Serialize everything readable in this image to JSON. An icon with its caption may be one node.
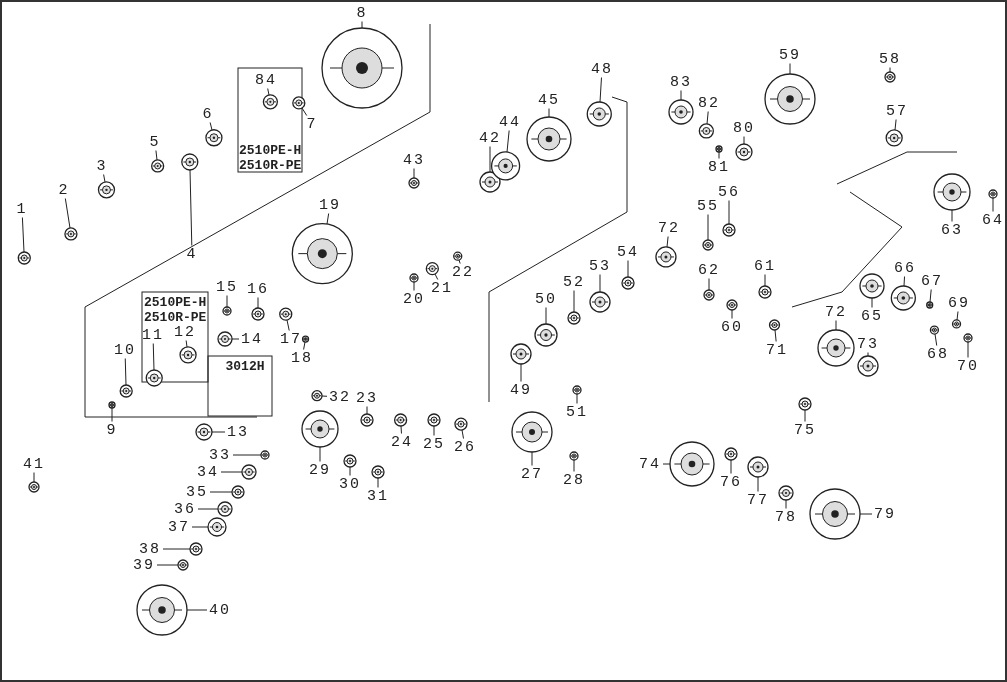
{
  "diagram": {
    "nodes": [
      {
        "text": [
          "1"
        ]
      },
      {
        "text": [
          "2"
        ]
      },
      {
        "text": [
          "3"
        ]
      },
      {
        "text": [
          "4"
        ]
      },
      {
        "text": [
          "5"
        ]
      },
      {
        "text": [
          "6"
        ]
      },
      {
        "text": [
          "7"
        ]
      },
      {
        "text": [
          "8"
        ]
      },
      {
        "text": [
          "84"
        ]
      },
      {
        "text": [
          "9"
        ]
      },
      {
        "text": [
          "10"
        ]
      },
      {
        "text": [
          "11"
        ]
      },
      {
        "text": [
          "12"
        ]
      },
      {
        "text": [
          "13"
        ]
      },
      {
        "text": [
          "14"
        ]
      },
      {
        "text": [
          "15"
        ]
      },
      {
        "text": [
          "16"
        ]
      },
      {
        "text": [
          "17"
        ]
      },
      {
        "text": [
          "18"
        ]
      },
      {
        "text": [
          "19"
        ]
      },
      {
        "text": [
          "20"
        ]
      },
      {
        "text": [
          "21"
        ]
      },
      {
        "text": [
          "22"
        ]
      },
      {
        "text": [
          "23"
        ]
      },
      {
        "text": [
          "24"
        ]
      },
      {
        "text": [
          "25"
        ]
      },
      {
        "text": [
          "26"
        ]
      },
      {
        "text": [
          "27"
        ]
      },
      {
        "text": [
          "28"
        ]
      },
      {
        "text": [
          "29"
        ]
      },
      {
        "text": [
          "30"
        ]
      },
      {
        "text": [
          "31"
        ]
      },
      {
        "text": [
          "32"
        ]
      },
      {
        "text": [
          "33"
        ]
      },
      {
        "text": [
          "34"
        ]
      },
      {
        "text": [
          "35"
        ]
      },
      {
        "text": [
          "36"
        ]
      },
      {
        "text": [
          "37"
        ]
      },
      {
        "text": [
          "38"
        ]
      },
      {
        "text": [
          "39"
        ]
      },
      {
        "text": [
          "40"
        ]
      },
      {
        "text": [
          "41"
        ]
      },
      {
        "text": [
          "42"
        ]
      },
      {
        "text": [
          "43"
        ]
      },
      {
        "text": [
          "44"
        ]
      },
      {
        "text": [
          "45"
        ]
      },
      {
        "text": [
          "48"
        ]
      },
      {
        "text": [
          "49"
        ]
      },
      {
        "text": [
          "50"
        ]
      },
      {
        "text": [
          "51"
        ]
      },
      {
        "text": [
          "52"
        ]
      },
      {
        "text": [
          "53"
        ]
      },
      {
        "text": [
          "54"
        ]
      },
      {
        "text": [
          "55"
        ]
      },
      {
        "text": [
          "56"
        ]
      },
      {
        "text": [
          "57"
        ]
      },
      {
        "text": [
          "58"
        ]
      },
      {
        "text": [
          "59"
        ]
      },
      {
        "text": [
          "60"
        ]
      },
      {
        "text": [
          "61"
        ]
      },
      {
        "text": [
          "62"
        ]
      },
      {
        "text": [
          "63"
        ]
      },
      {
        "text": [
          "64"
        ]
      },
      {
        "text": [
          "65"
        ]
      },
      {
        "text": [
          "66"
        ]
      },
      {
        "text": [
          "67"
        ]
      },
      {
        "text": [
          "68"
        ]
      },
      {
        "text": [
          "69"
        ]
      },
      {
        "text": [
          "70"
        ]
      },
      {
        "text": [
          "71"
        ]
      },
      {
        "text": [
          "72"
        ]
      },
      {
        "text": [
          "72"
        ]
      },
      {
        "text": [
          "73"
        ]
      },
      {
        "text": [
          "74"
        ]
      },
      {
        "text": [
          "75"
        ]
      },
      {
        "text": [
          "76"
        ]
      },
      {
        "text": [
          "77"
        ]
      },
      {
        "text": [
          "78"
        ]
      },
      {
        "text": [
          "79"
        ]
      },
      {
        "text": [
          "80"
        ]
      },
      {
        "text": [
          "81"
        ]
      },
      {
        "text": [
          "82"
        ]
      },
      {
        "text": [
          "83"
        ]
      },
      {
        "text": [],
        "shape": "picture"
      },
      {
        "text": [],
        "shape": "picture"
      },
      {
        "text": [],
        "shape": "picture"
      },
      {
        "text": [],
        "shape": "picture"
      },
      {
        "text": [],
        "shape": "picture"
      },
      {
        "text": [],
        "shape": "picture"
      },
      {
        "text": [],
        "shape": "picture"
      },
      {
        "text": [],
        "shape": "picture"
      },
      {
        "text": [],
        "shape": "picture"
      },
      {
        "text": [],
        "shape": "picture"
      },
      {
        "text": [],
        "shape": "picture"
      },
      {
        "text": [],
        "shape": "picture"
      },
      {
        "text": [],
        "shape": "picture"
      },
      {
        "text": [],
        "shape": "picture"
      },
      {
        "text": [],
        "shape": "picture"
      },
      {
        "text": [],
        "shape": "picture"
      },
      {
        "text": [],
        "shape": "picture"
      },
      {
        "text": [],
        "shape": "picture"
      },
      {
        "text": [],
        "shape": "picture"
      },
      {
        "text": [],
        "shape": "picture"
      },
      {
        "text": [],
        "shape": "picture"
      },
      {
        "text": [],
        "shape": "picture"
      },
      {
        "text": [],
        "shape": "picture"
      },
      {
        "text": [],
        "shape": "picture"
      },
      {
        "text": [],
        "shape": "picture"
      },
      {
        "text": [],
        "shape": "picture"
      },
      {
        "text": [],
        "shape": "picture"
      },
      {
        "text": [],
        "shape": "picture"
      },
      {
        "text": [],
        "shape": "picture"
      },
      {
        "text": [],
        "shape": "picture"
      },
      {
        "text": [],
        "shape": "picture"
      },
      {
        "text": [],
        "shape": "picture"
      },
      {
        "text": [],
        "shape": "picture"
      },
      {
        "text": [],
        "shape": "picture"
      },
      {
        "text": [],
        "shape": "picture"
      },
      {
        "text": [],
        "shape": "picture"
      },
      {
        "text": [],
        "shape": "picture"
      },
      {
        "text": [],
        "shape": "picture"
      },
      {
        "text": [],
        "shape": "picture"
      },
      {
        "text": [],
        "shape": "picture"
      },
      {
        "text": [],
        "shape": "picture"
      },
      {
        "text": [],
        "shape": "picture"
      },
      {
        "text": [],
        "shape": "picture"
      },
      {
        "text": [],
        "shape": "picture"
      },
      {
        "text": [],
        "shape": "picture"
      },
      {
        "text": [],
        "shape": "picture"
      },
      {
        "text": [],
        "shape": "picture"
      },
      {
        "text": [],
        "shape": "picture"
      },
      {
        "text": [],
        "shape": "picture"
      },
      {
        "text": [],
        "shape": "picture"
      },
      {
        "text": [],
        "shape": "picture"
      },
      {
        "text": [],
        "shape": "picture"
      },
      {
        "text": [],
        "shape": "picture"
      },
      {
        "text": [],
        "shape": "picture"
      },
      {
        "text": [],
        "shape": "picture"
      },
      {
        "text": [],
        "shape": "picture"
      },
      {
        "text": [],
        "shape": "picture"
      },
      {
        "text": [],
        "shape": "picture"
      },
      {
        "text": [],
        "shape": "picture"
      },
      {
        "text": [],
        "shape": "picture"
      },
      {
        "text": [],
        "shape": "picture"
      },
      {
        "text": [],
        "shape": "picture"
      },
      {
        "text": [],
        "shape": "picture"
      },
      {
        "text": [],
        "shape": "picture"
      },
      {
        "text": [],
        "shape": "picture"
      },
      {
        "text": [],
        "shape": "picture"
      },
      {
        "text": [],
        "shape": "picture"
      },
      {
        "text": [],
        "shape": "picture"
      },
      {
        "text": [],
        "shape": "picture"
      },
      {
        "text": [],
        "shape": "picture"
      },
      {
        "text": [],
        "shape": "picture"
      },
      {
        "text": [],
        "shape": "picture"
      },
      {
        "text": [],
        "shape": "picture"
      },
      {
        "text": [],
        "shape": "picture"
      },
      {
        "text": [],
        "shape": "picture"
      },
      {
        "text": [],
        "shape": "picture"
      },
      {
        "text": [],
        "shape": "picture"
      },
      {
        "text": [],
        "shape": "picture"
      },
      {
        "text": [],
        "shape": "picture"
      },
      {
        "text": [],
        "shape": "picture"
      },
      {
        "text": [],
        "shape": "picture"
      },
      {
        "text": [],
        "shape": "picture"
      },
      {
        "text": [],
        "shape": "picture"
      }
    ],
    "edges": [
      {
        "from": 0,
        "to": 83,
        "arrow": "none"
      },
      {
        "from": 1,
        "to": 84,
        "arrow": "none"
      },
      {
        "from": 2,
        "to": 85,
        "arrow": "none"
      },
      {
        "from": 3,
        "to": 86,
        "arrow": "none"
      },
      {
        "from": 4,
        "to": 87,
        "arrow": "none"
      },
      {
        "from": 5,
        "to": 88,
        "arrow": "none"
      },
      {
        "from": 6,
        "to": 89,
        "arrow": "none"
      },
      {
        "from": 7,
        "to": 90,
        "arrow": "none"
      },
      {
        "from": 8,
        "to": 91,
        "arrow": "none"
      },
      {
        "from": 9,
        "to": 92,
        "arrow": "none"
      },
      {
        "from": 10,
        "to": 93,
        "arrow": "none"
      },
      {
        "from": 11,
        "to": 94,
        "arrow": "none"
      },
      {
        "from": 12,
        "to": 95,
        "arrow": "none"
      },
      {
        "from": 13,
        "to": 96,
        "arrow": "none"
      },
      {
        "from": 14,
        "to": 97,
        "arrow": "none"
      },
      {
        "from": 15,
        "to": 98,
        "arrow": "none"
      },
      {
        "from": 16,
        "to": 99,
        "arrow": "none"
      },
      {
        "from": 17,
        "to": 100,
        "arrow": "none"
      },
      {
        "from": 18,
        "to": 101,
        "arrow": "none"
      },
      {
        "from": 19,
        "to": 102,
        "arrow": "none"
      },
      {
        "from": 20,
        "to": 103,
        "arrow": "none"
      },
      {
        "from": 21,
        "to": 104,
        "arrow": "none"
      },
      {
        "from": 22,
        "to": 105,
        "arrow": "none"
      },
      {
        "from": 23,
        "to": 106,
        "arrow": "none"
      },
      {
        "from": 24,
        "to": 107,
        "arrow": "none"
      },
      {
        "from": 25,
        "to": 108,
        "arrow": "none"
      },
      {
        "from": 26,
        "to": 109,
        "arrow": "none"
      },
      {
        "from": 27,
        "to": 110,
        "arrow": "none"
      },
      {
        "from": 28,
        "to": 111,
        "arrow": "none"
      },
      {
        "from": 29,
        "to": 112,
        "arrow": "none"
      },
      {
        "from": 30,
        "to": 113,
        "arrow": "none"
      },
      {
        "from": 31,
        "to": 114,
        "arrow": "none"
      },
      {
        "from": 32,
        "to": 115,
        "arrow": "none"
      },
      {
        "from": 33,
        "to": 116,
        "arrow": "none"
      },
      {
        "from": 34,
        "to": 117,
        "arrow": "none"
      },
      {
        "from": 35,
        "to": 118,
        "arrow": "none"
      },
      {
        "from": 36,
        "to": 119,
        "arrow": "none"
      },
      {
        "from": 37,
        "to": 120,
        "arrow": "none"
      },
      {
        "from": 38,
        "to": 121,
        "arrow": "none"
      },
      {
        "from": 39,
        "to": 122,
        "arrow": "none"
      },
      {
        "from": 40,
        "to": 123,
        "arrow": "none"
      },
      {
        "from": 41,
        "to": 124,
        "arrow": "none"
      },
      {
        "from": 42,
        "to": 125,
        "arrow": "none"
      },
      {
        "from": 43,
        "to": 126,
        "arrow": "none"
      },
      {
        "from": 44,
        "to": 127,
        "arrow": "none"
      },
      {
        "from": 45,
        "to": 128,
        "arrow": "none"
      },
      {
        "from": 46,
        "to": 129,
        "arrow": "none"
      },
      {
        "from": 47,
        "to": 130,
        "arrow": "none"
      },
      {
        "from": 48,
        "to": 131,
        "arrow": "none"
      },
      {
        "from": 49,
        "to": 132,
        "arrow": "none"
      },
      {
        "from": 50,
        "to": 133,
        "arrow": "none"
      },
      {
        "from": 51,
        "to": 134,
        "arrow": "none"
      },
      {
        "from": 52,
        "to": 135,
        "arrow": "none"
      },
      {
        "from": 53,
        "to": 136,
        "arrow": "none"
      },
      {
        "from": 54,
        "to": 137,
        "arrow": "none"
      },
      {
        "from": 55,
        "to": 138,
        "arrow": "none"
      },
      {
        "from": 56,
        "to": 139,
        "arrow": "none"
      },
      {
        "from": 57,
        "to": 140,
        "arrow": "none"
      },
      {
        "from": 58,
        "to": 141,
        "arrow": "none"
      },
      {
        "from": 59,
        "to": 142,
        "arrow": "none"
      },
      {
        "from": 60,
        "to": 143,
        "arrow": "none"
      },
      {
        "from": 61,
        "to": 144,
        "arrow": "none"
      },
      {
        "from": 62,
        "to": 145,
        "arrow": "none"
      },
      {
        "from": 63,
        "to": 146,
        "arrow": "none"
      },
      {
        "from": 64,
        "to": 147,
        "arrow": "none"
      },
      {
        "from": 65,
        "to": 148,
        "arrow": "none"
      },
      {
        "from": 66,
        "to": 149,
        "arrow": "none"
      },
      {
        "from": 67,
        "to": 150,
        "arrow": "none"
      },
      {
        "from": 68,
        "to": 151,
        "arrow": "none"
      },
      {
        "from": 69,
        "to": 152,
        "arrow": "none"
      },
      {
        "from": 70,
        "to": 153,
        "arrow": "none"
      },
      {
        "from": 71,
        "to": 154,
        "arrow": "none"
      },
      {
        "from": 72,
        "to": 155,
        "arrow": "none"
      },
      {
        "from": 73,
        "to": 156,
        "arrow": "none"
      },
      {
        "from": 74,
        "to": 157,
        "arrow": "none"
      },
      {
        "from": 75,
        "to": 158,
        "arrow": "none"
      },
      {
        "from": 76,
        "to": 159,
        "arrow": "none"
      },
      {
        "from": 77,
        "to": 160,
        "arrow": "none"
      },
      {
        "from": 78,
        "to": 161,
        "arrow": "none"
      },
      {
        "from": 79,
        "to": 162,
        "arrow": "none"
      },
      {
        "from": 80,
        "to": 163,
        "arrow": "none"
      },
      {
        "from": 81,
        "to": 164,
        "arrow": "none"
      },
      {
        "from": 82,
        "to": 165,
        "arrow": "none"
      }
    ],
    "labels": [
      "2510PE-H",
      "2510R-PE",
      "2510PE-H",
      "2510R-PE",
      "3012H"
    ]
  }
}
